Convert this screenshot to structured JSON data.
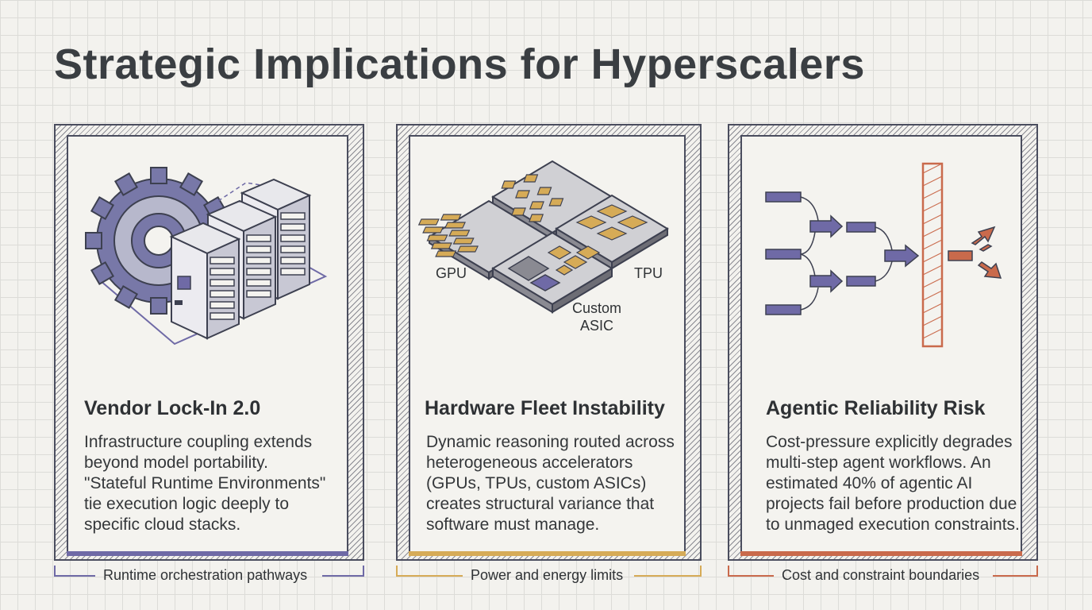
{
  "title": "Strategic Implications for Hyperscalers",
  "colors": {
    "card1": "#6f6aa6",
    "card2": "#d6ab57",
    "card3": "#c96a4c"
  },
  "cards": [
    {
      "title": "Vendor Lock-In 2.0",
      "body": [
        "Infrastructure coupling extends",
        "beyond model portability.",
        "\"Stateful Runtime Environments\"",
        "tie execution logic deeply to",
        "specific cloud stacks."
      ],
      "footer": "Runtime orchestration pathways",
      "icon": "gear-server-rack-icon"
    },
    {
      "title": "Hardware Fleet Instability",
      "body": [
        "Dynamic reasoning routed across",
        "heterogeneous accelerators",
        "(GPUs, TPUs, custom ASICs)",
        "creates structural variance that",
        "software must manage."
      ],
      "footer": "Power and energy limits",
      "icon": "accelerator-chips-icon",
      "chip_labels": {
        "gpu": "GPU",
        "tpu": "TPU",
        "asic_line1": "Custom",
        "asic_line2": "ASIC"
      }
    },
    {
      "title": "Agentic Reliability Risk",
      "body": [
        "Cost-pressure explicitly degrades",
        "multi-step agent workflows. An",
        "estimated 40% of agentic AI",
        "projects fail before production due",
        "to unmaged execution constraints."
      ],
      "footer": "Cost and constraint boundaries",
      "icon": "workflow-barrier-icon"
    }
  ]
}
